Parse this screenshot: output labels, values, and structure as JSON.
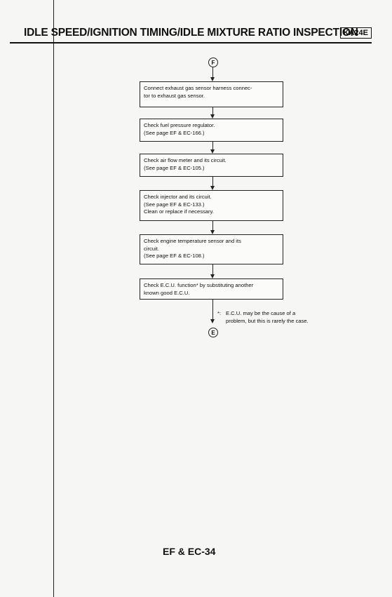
{
  "header": {
    "title": "IDLE SPEED/IGNITION TIMING/IDLE MIXTURE RATIO INSPECTION",
    "badge": "KA24E"
  },
  "flowchart": {
    "start_connector": "F",
    "end_connector": "E",
    "steps": [
      [
        "Connect exhaust gas sensor harness connec-",
        "tor to exhaust gas sensor."
      ],
      [
        "Check fuel pressure regulator.",
        "(See page EF & EC-166.)"
      ],
      [
        "Check air flow meter and its circuit.",
        "(See page EF & EC-105.)"
      ],
      [
        "Check injector and its circuit.",
        "(See page EF & EC-133.)",
        "Clean or replace if necessary."
      ],
      [
        "Check engine temperature sensor and its",
        "circuit.",
        "(See page EF & EC-108.)"
      ],
      [
        "Check E.C.U. function* by substituting another",
        "known good E.C.U."
      ]
    ],
    "footnote": {
      "marker": "*:",
      "lines": [
        "E.C.U. may be the cause of a",
        "problem, but this is rarely the case."
      ]
    }
  },
  "footer": {
    "page_number": "EF & EC-34"
  }
}
